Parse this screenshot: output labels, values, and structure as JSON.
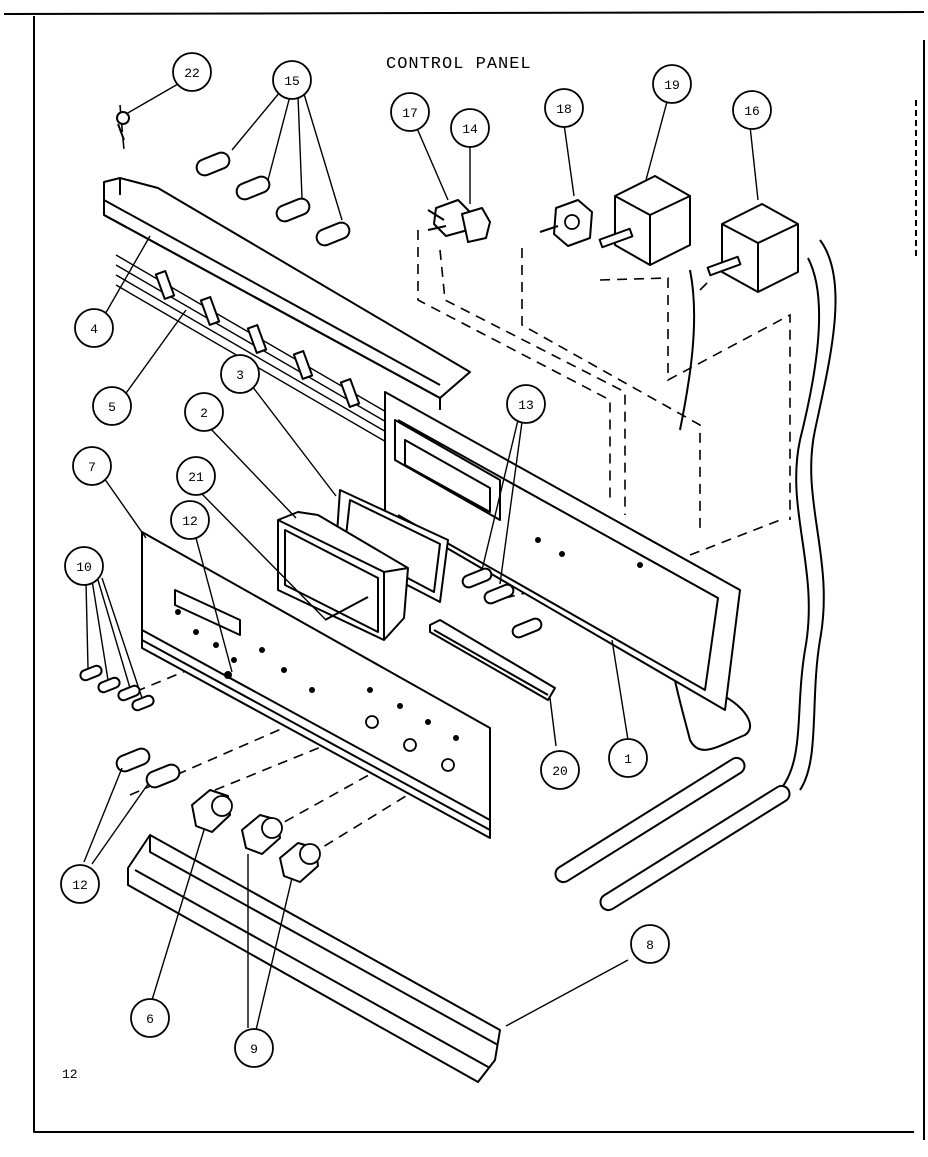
{
  "title": "CONTROL PANEL",
  "page_number": "12",
  "callouts": {
    "c22": "22",
    "c15": "15",
    "c17": "17",
    "c14": "14",
    "c18": "18",
    "c19": "19",
    "c16": "16",
    "c4": "4",
    "c5": "5",
    "c3": "3",
    "c13": "13",
    "c2": "2",
    "c7": "7",
    "c21": "21",
    "c12a": "12",
    "c10": "10",
    "c20": "20",
    "c1": "1",
    "c12b": "12",
    "c8": "8",
    "c6": "6",
    "c9": "9"
  }
}
